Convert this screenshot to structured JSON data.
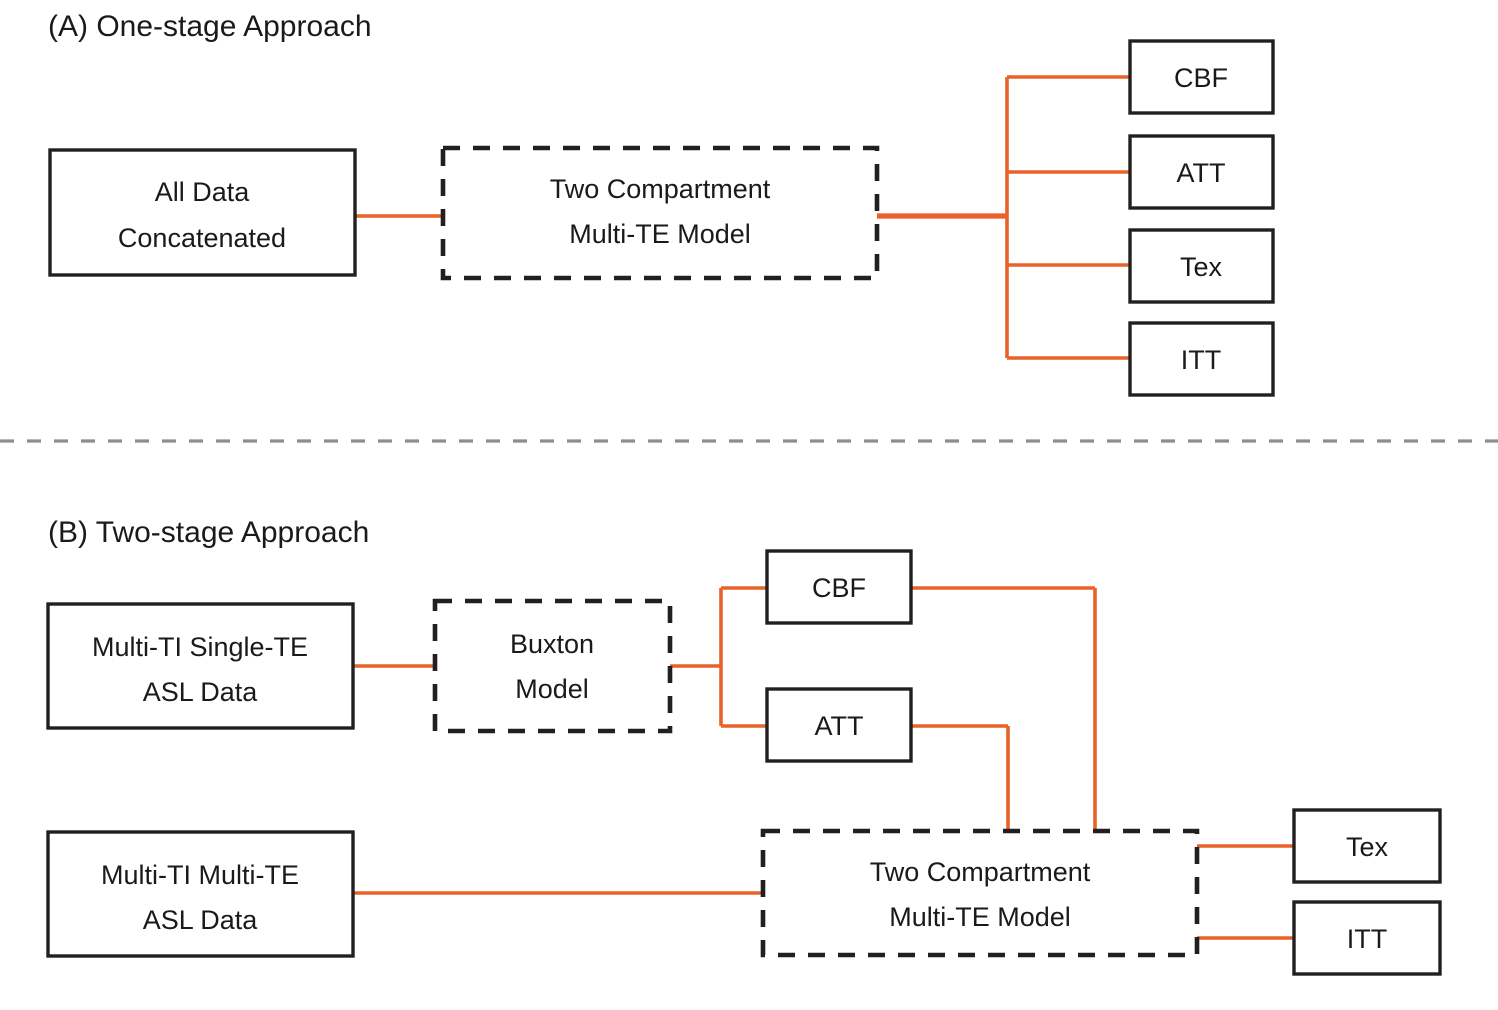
{
  "figure": {
    "accent_color": "#e8622a",
    "box_stroke_color": "#231f20",
    "divider_color": "#8d8d94",
    "background": "#ffffff"
  },
  "panel_a": {
    "title": "(A) One-stage Approach",
    "input_box": {
      "line1": "All Data",
      "line2": "Concatenated"
    },
    "model_box": {
      "line1": "Two Compartment",
      "line2": "Multi-TE Model"
    },
    "outputs": [
      {
        "label": "CBF"
      },
      {
        "label": "ATT"
      },
      {
        "label": "Tex"
      },
      {
        "label": "ITT"
      }
    ]
  },
  "panel_b": {
    "title": "(B) Two-stage Approach",
    "input_box_top": {
      "line1": "Multi-TI Single-TE",
      "line2": "ASL Data"
    },
    "input_box_bottom": {
      "line1": "Multi-TI Multi-TE",
      "line2": "ASL Data"
    },
    "stage1_model": {
      "line1": "Buxton",
      "line2": "Model"
    },
    "stage1_outputs": [
      {
        "label": "CBF"
      },
      {
        "label": "ATT"
      }
    ],
    "stage2_model": {
      "line1": "Two Compartment",
      "line2": "Multi-TE Model"
    },
    "stage2_outputs": [
      {
        "label": "Tex"
      },
      {
        "label": "ITT"
      }
    ]
  }
}
